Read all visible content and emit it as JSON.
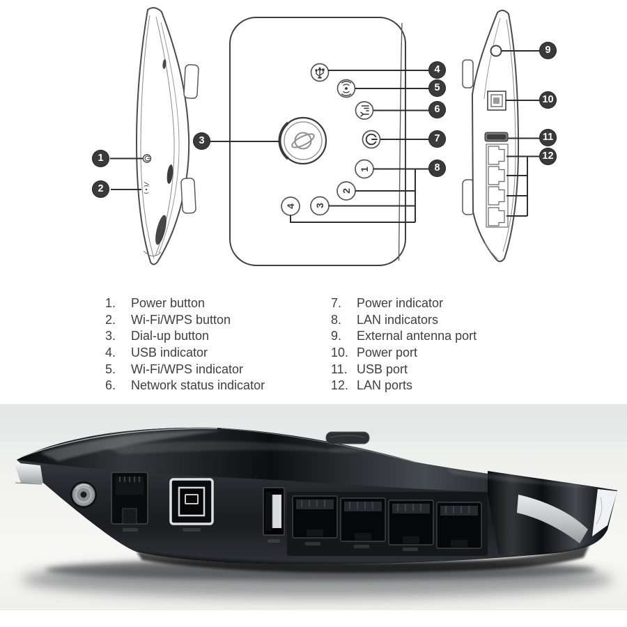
{
  "colors": {
    "badge_bg": "#3a3a3a",
    "badge_text": "#ffffff",
    "callout_line": "#2d2d2d",
    "diagram_outline": "#4a4a4a",
    "legend_text": "#3f3f3f",
    "device_body": "#17191b",
    "photo_background": "#edefee"
  },
  "diagram": {
    "callouts": {
      "c1": "1",
      "c2": "2",
      "c3": "3",
      "c4": "4",
      "c5": "5",
      "c6": "6",
      "c7": "7",
      "c8": "8",
      "c9": "9",
      "c10": "10",
      "c11": "11",
      "c12": "12"
    },
    "lan_leds": {
      "l1": "1",
      "l2": "2",
      "l3": "3",
      "l4": "4"
    },
    "icons": {
      "power_button": "power-icon",
      "wifi_wps_button": "wifi-wps-icon",
      "dial_up_button": "globe-icon",
      "usb_indicator": "usb-icon",
      "wifi_wps_indicator": "wifi-signal-icon",
      "network_status_indicator": "signal-bars-icon",
      "power_indicator": "power-icon",
      "external_antenna_port": "round-port-icon",
      "power_port": "square-port-icon",
      "usb_port": "usb-slot-icon",
      "lan_ports": "rj45-ports-icon"
    }
  },
  "legend": {
    "left": [
      {
        "num": "1.",
        "label": "Power button"
      },
      {
        "num": "2.",
        "label": "Wi-Fi/WPS button"
      },
      {
        "num": "3.",
        "label": "Dial-up button"
      },
      {
        "num": "4.",
        "label": "USB indicator"
      },
      {
        "num": "5.",
        "label": "Wi-Fi/WPS indicator"
      },
      {
        "num": "6.",
        "label": "Network status indicator"
      }
    ],
    "right": [
      {
        "num": "7.",
        "label": "Power indicator"
      },
      {
        "num": "8.",
        "label": "LAN indicators"
      },
      {
        "num": "9.",
        "label": "External antenna port"
      },
      {
        "num": "10.",
        "label": "Power port"
      },
      {
        "num": "11.",
        "label": "USB port"
      },
      {
        "num": "12.",
        "label": "LAN ports"
      }
    ]
  }
}
